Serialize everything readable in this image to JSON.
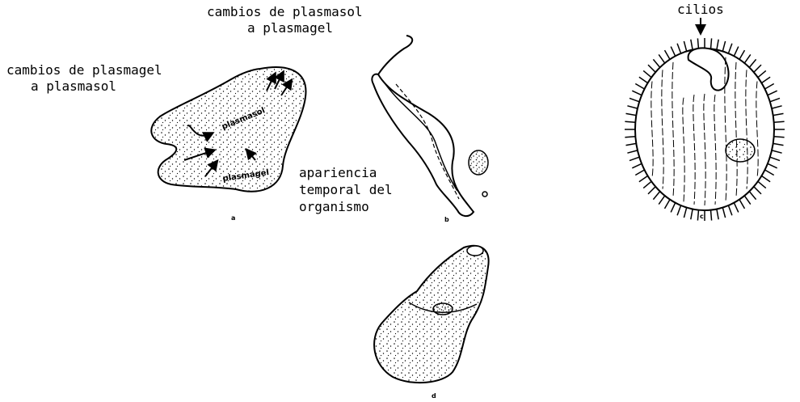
{
  "labels": {
    "a_top_line1": "cambios de plasmagel",
    "a_top_line2": "a plasmasol",
    "a_bottom_line1": "apariencia",
    "a_bottom_line2": "temporal del",
    "a_bottom_line3": "organismo",
    "b_top_line1": "cambios de plasmasol",
    "b_top_line2": "a plasmagel",
    "cilios": "cilios",
    "plasmasol": "plasmasol",
    "plasmagel": "plasmagel"
  },
  "panels": {
    "a": "a",
    "b": "b",
    "c": "c",
    "d": "d"
  }
}
